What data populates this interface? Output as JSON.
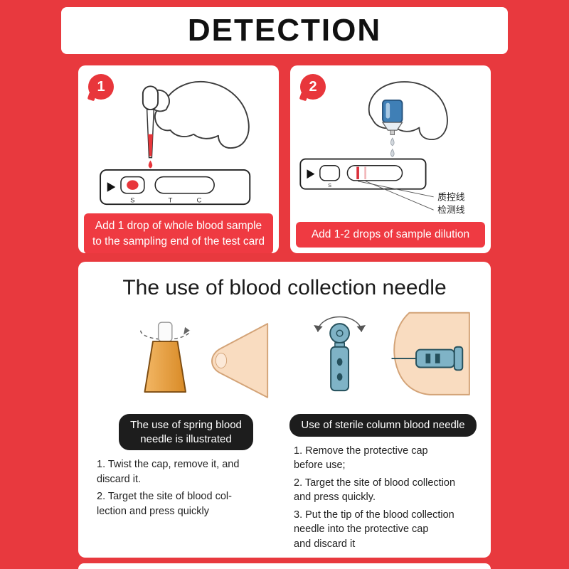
{
  "page": {
    "title": "DETECTION"
  },
  "colors": {
    "background_red": "#e8393e",
    "accent_red": "#ef3a42",
    "banner_black": "#1d1d1d",
    "lancet_orange": "#e59a3a",
    "lancet_blue": "#7fb3c6"
  },
  "step1": {
    "number": "1",
    "caption": "Add 1 drop of whole blood sample\nto the sampling end of the test card"
  },
  "step2": {
    "number": "2",
    "caption": "Add 1-2 drops of sample dilution",
    "labels": [
      "质控线",
      "检测线"
    ]
  },
  "test_card": {
    "sample_well_label": "S",
    "test_line_label": "T",
    "control_line_label": "C"
  },
  "needle_section": {
    "title": "The use of blood collection needle",
    "left": {
      "banner": "The use of spring blood\nneedle is illustrated",
      "steps": [
        "1. Twist the cap, remove it, and\ndiscard it.",
        "2. Target the site of blood col-\nlection and press quickly"
      ]
    },
    "right": {
      "banner": "Use of sterile column blood needle",
      "steps": [
        "1. Remove the protective cap\nbefore use;",
        "2. Target the site of blood collection\nand press quickly.",
        "3. Put the tip of the blood collection\nneedle into the protective cap\nand discard it"
      ]
    }
  }
}
